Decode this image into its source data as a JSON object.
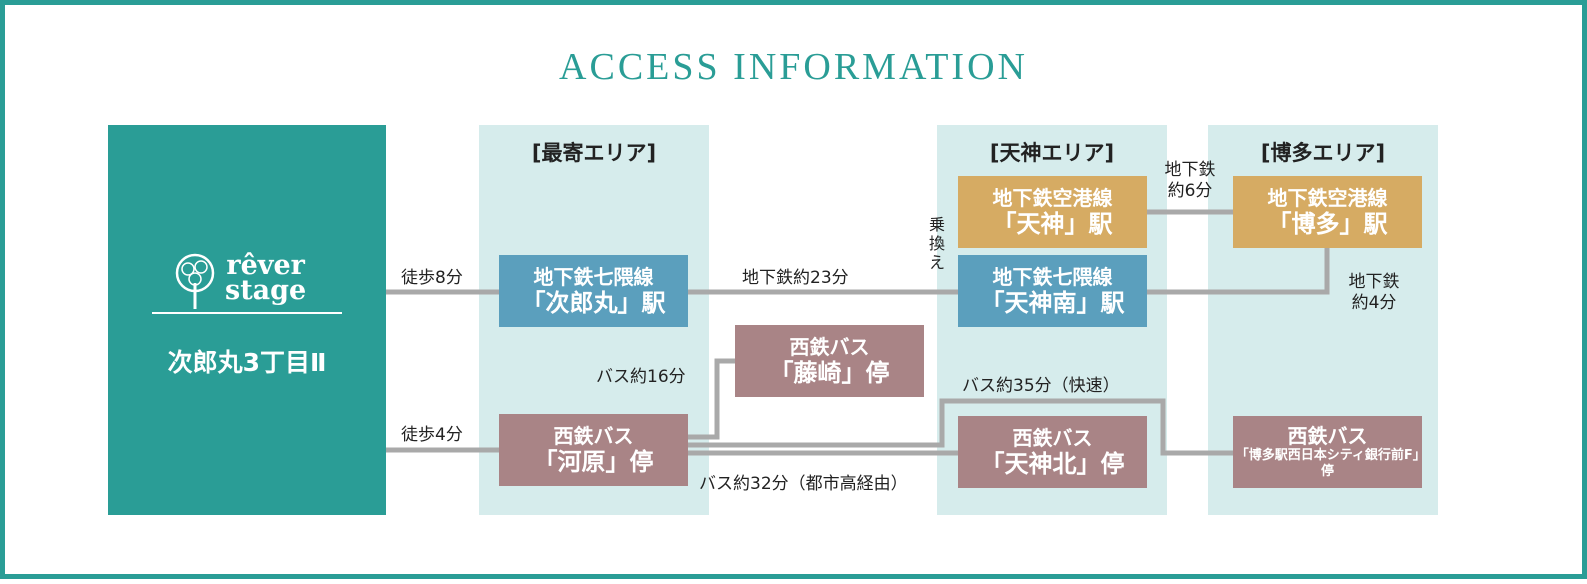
{
  "title": "ACCESS INFORMATION",
  "brand": {
    "logo_line1": "rêver",
    "logo_line2": "stage",
    "property_name": "次郎丸3丁目Ⅱ"
  },
  "areas": {
    "nearest": "[最寄エリア]",
    "tenjin": "[天神エリア]",
    "hakata": "[博多エリア]"
  },
  "stations": {
    "jiromaru": {
      "line": "地下鉄七隈線",
      "name": "「次郎丸」駅"
    },
    "tenjinminami": {
      "line": "地下鉄七隈線",
      "name": "「天神南」駅"
    },
    "tenjin": {
      "line": "地下鉄空港線",
      "name": "「天神」駅"
    },
    "hakata": {
      "line": "地下鉄空港線",
      "name": "「博多」駅"
    },
    "fujisaki": {
      "line": "西鉄バス",
      "name": "「藤崎」停"
    },
    "kawara": {
      "line": "西鉄バス",
      "name": "「河原」停"
    },
    "tenjinkita": {
      "line": "西鉄バス",
      "name": "「天神北」停"
    },
    "hakata_bus": {
      "line": "西鉄バス",
      "name": "「博多駅西日本シティ銀行前F」停"
    }
  },
  "routes": {
    "walk8": "徒歩8分",
    "walk4": "徒歩4分",
    "subway23": "地下鉄約23分",
    "transfer": "乗換え",
    "subway6": "地下鉄\n約6分",
    "subway4": "地下鉄\n約4分",
    "bus16": "バス約16分",
    "bus35": "バス約35分（快速）",
    "bus32": "バス約32分（都市高経由）"
  },
  "colors": {
    "teal": "#2a9d96",
    "area_bg": "#d6ecec",
    "subway_nanakuma": "#5b9fbd",
    "subway_kuko": "#d6ab63",
    "bus": "#a98486",
    "line": "#a9a9a9"
  }
}
